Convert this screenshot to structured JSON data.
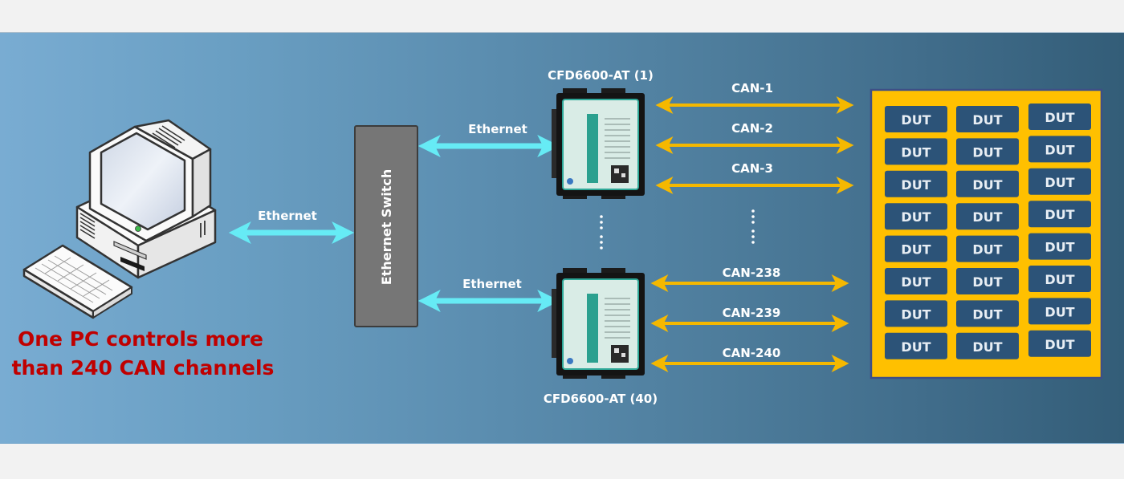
{
  "caption": {
    "line1": "One PC controls more",
    "line2": "than 240 CAN channels"
  },
  "switch": {
    "label": "Ethernet Switch"
  },
  "links": {
    "pc_to_switch": "Ethernet",
    "switch_to_device_top": "Ethernet",
    "switch_to_device_bottom": "Ethernet"
  },
  "devices": {
    "top": {
      "label": "CFD6600-AT (1)"
    },
    "bottom": {
      "label": "CFD6600-AT (40)"
    }
  },
  "can_channels": {
    "top": [
      "CAN-1",
      "CAN-2",
      "CAN-3"
    ],
    "bottom": [
      "CAN-238",
      "CAN-239",
      "CAN-240"
    ]
  },
  "dut_grid": {
    "rows": 8,
    "cols": 3,
    "cell_label": "DUT"
  },
  "colors": {
    "ethernet_arrow": "#66ebf5",
    "can_arrow": "#f5b800",
    "dut_panel": "#ffc000",
    "dut_cell": "#2c5378",
    "switch_fill": "#767676",
    "caption_red": "#c00000"
  }
}
